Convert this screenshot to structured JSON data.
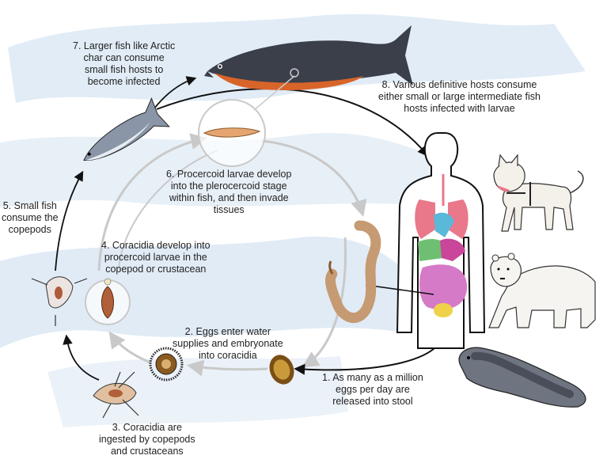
{
  "steps": {
    "s1": "1. As many as a million\neggs per day are\nreleased into stool",
    "s2": "2. Eggs enter water\nsupplies and embryonate\ninto coracidia",
    "s3": "3. Coracidia are\ningested by copepods\nand crustaceans",
    "s4": "4. Coracidia develop into\nprocercoid larvae in the\ncopepod or crustacean",
    "s5": "5. Small fish\nconsume the\ncopepods",
    "s6": "6. Procercoid larvae develop\ninto the plerocercoid stage\nwithin fish, and then invade\ntissues",
    "s7": "7. Larger fish like Arctic\nchar can consume\nsmall fish hosts to\nbecome infected",
    "s8": "8. Various definitive hosts consume\neither small or large intermediate fish\nhosts infected with larvae"
  },
  "colors": {
    "water": "#c9dcef",
    "fish_dark": "#3a3f4a",
    "fish_belly": "#d8642a",
    "tapeworm": "#c69a72",
    "egg": "#9a6a1e",
    "lung": "#e8788a",
    "stomach": "#6fbf73",
    "liver": "#c9469a",
    "intestine": "#d57ac7",
    "heart": "#5ab8d9",
    "bladder": "#f0d24a",
    "kidney": "#f0a24a",
    "arrow_black": "#111111",
    "arrow_gray": "#c9c9c9"
  }
}
